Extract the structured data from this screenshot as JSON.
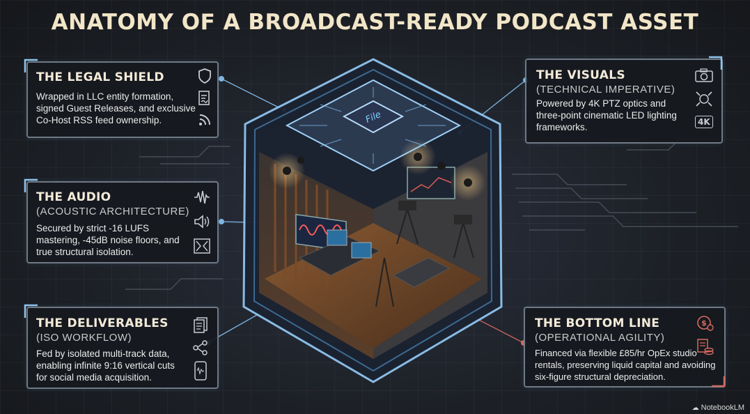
{
  "title": "ANATOMY OF A BROADCAST-READY PODCAST ASSET",
  "chip_label": "File",
  "cards": {
    "legal": {
      "heading": "THE LEGAL SHIELD",
      "body": "Wrapped in LLC entity formation, signed Guest Releases, and exclusive Co-Host RSS feed ownership."
    },
    "audio": {
      "heading": "THE AUDIO",
      "subheading": "(ACOUSTIC ARCHITECTURE)",
      "body": "Secured by strict -16 LUFS mastering, -45dB noise floors, and true structural isolation."
    },
    "deliverables": {
      "heading": "THE DELIVERABLES",
      "subheading": "(ISO WORKFLOW)",
      "body": "Fed by isolated multi-track data, enabling infinite 9:16 vertical cuts for social media acquisition."
    },
    "visuals": {
      "heading": "THE VISUALS",
      "subheading": "(TECHNICAL IMPERATIVE)",
      "body": "Powered by 4K PTZ optics and three-point cinematic LED lighting frameworks.",
      "badge": "4K"
    },
    "bottom": {
      "heading": "THE BOTTOM LINE",
      "subheading": "(OPERATIONAL AGILITY)",
      "body": "Financed via flexible £85/hr OpEx studio rentals, preserving liquid capital and avoiding six-figure structural depreciation."
    }
  },
  "icons": {
    "legal": [
      "shield-icon",
      "document-sign-icon",
      "rss-icon"
    ],
    "audio": [
      "waveform-icon",
      "speaker-icon",
      "acoustic-panel-icon"
    ],
    "deliverables": [
      "files-icon",
      "share-icon",
      "phone-icon"
    ],
    "visuals": [
      "camera-icon",
      "light-icon"
    ],
    "bottom": [
      "money-icon",
      "coins-icon"
    ]
  },
  "footer": "NotebookLM",
  "colors": {
    "title": "#f2e6c8",
    "blue_accent": "#5fa8e0",
    "red_accent": "#c0504d",
    "card_border": "#6f7a86"
  }
}
